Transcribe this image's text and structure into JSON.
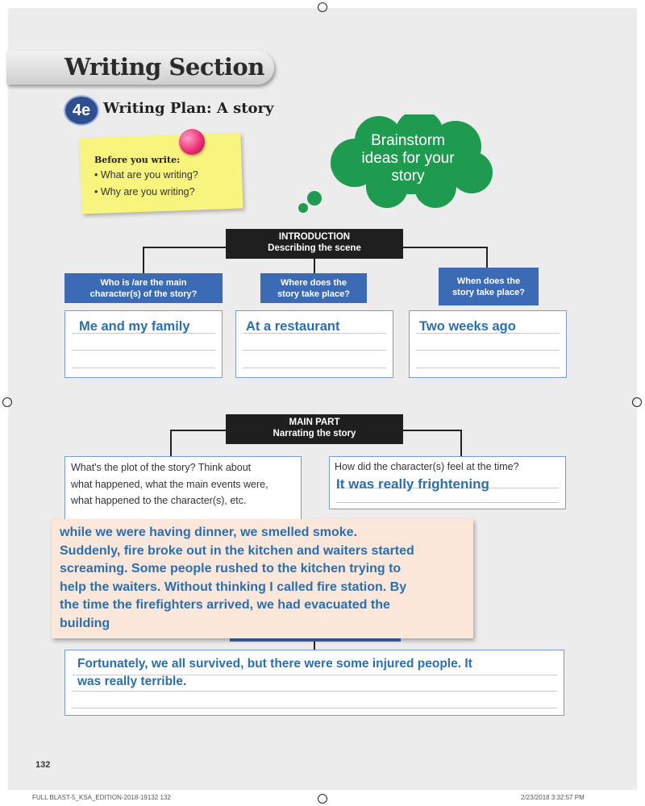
{
  "header": {
    "section_title": "Writing Section",
    "badge": "4e",
    "plan_title": "Writing Plan: A story"
  },
  "sticky_note": {
    "heading": "Before you write:",
    "items": [
      "What are you writing?",
      "Why are you writing?"
    ]
  },
  "cloud": {
    "lines": [
      "Brainstorm",
      "ideas for your",
      "story"
    ],
    "color": "#1e9b4f"
  },
  "introduction": {
    "title": "INTRODUCTION",
    "subtitle": "Describing the scene",
    "questions": [
      {
        "line1": "Who is /are the main",
        "line2": "character(s) of the story?",
        "answer": "Me and my family"
      },
      {
        "line1": "Where does the",
        "line2": "story take place?",
        "answer": "At a restaurant"
      },
      {
        "line1": "When does the",
        "line2": "story take place?",
        "answer": "Two weeks ago"
      }
    ]
  },
  "main_part": {
    "title": "MAIN PART",
    "subtitle": "Narrating the story",
    "plot_question": [
      "What's the plot of the story? Think about",
      "what happened, what the main events were,",
      "what happened to the character(s), etc."
    ],
    "feeling_question": "How did the character(s) feel at the time?",
    "feeling_answer": "It was really frightening",
    "plot_answer": [
      "while we were having dinner, we smelled smoke.",
      "Suddenly, fire broke out in the kitchen and waiters started",
      "screaming. Some people rushed to the kitchen trying to",
      "help the waiters. Without thinking I called fire station. By",
      "the time the firefighters arrived,  we had evacuated the",
      "building"
    ]
  },
  "conclusion": {
    "answer_lines": [
      "Fortunately, we all survived, but there were some injured people. It",
      "was really terrible."
    ]
  },
  "footer": {
    "page_number": "132",
    "left": "FULL BLAST-5_KSA_EDITION-2018-19132   132",
    "right": "2/23/2018   3:32:57 PM"
  },
  "colors": {
    "blue_box": "#3b6bb5",
    "handwriting": "#2a6fae",
    "sticky": "#f9f47e",
    "overlay": "#fbe6da"
  }
}
